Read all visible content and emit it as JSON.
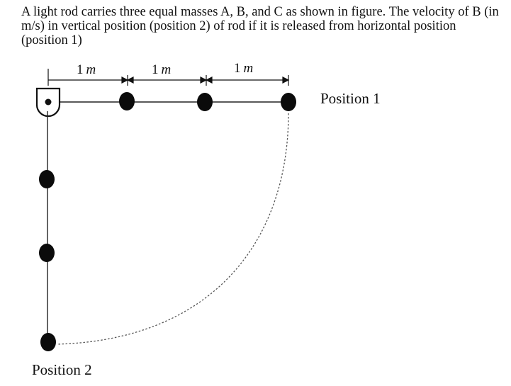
{
  "question": {
    "text": "A light rod carries three equal masses A, B, and C as shown in figure. The velocity of B (in m/s) in vertical position (position 2) of rod if it is released from horizontal position (position 1)"
  },
  "figure": {
    "dimension_labels": [
      {
        "num": "1",
        "unit": "m"
      },
      {
        "num": "1",
        "unit": "m"
      },
      {
        "num": "1",
        "unit": "m"
      }
    ],
    "position1_label": "Position 1",
    "position2_label": "Position 2"
  }
}
